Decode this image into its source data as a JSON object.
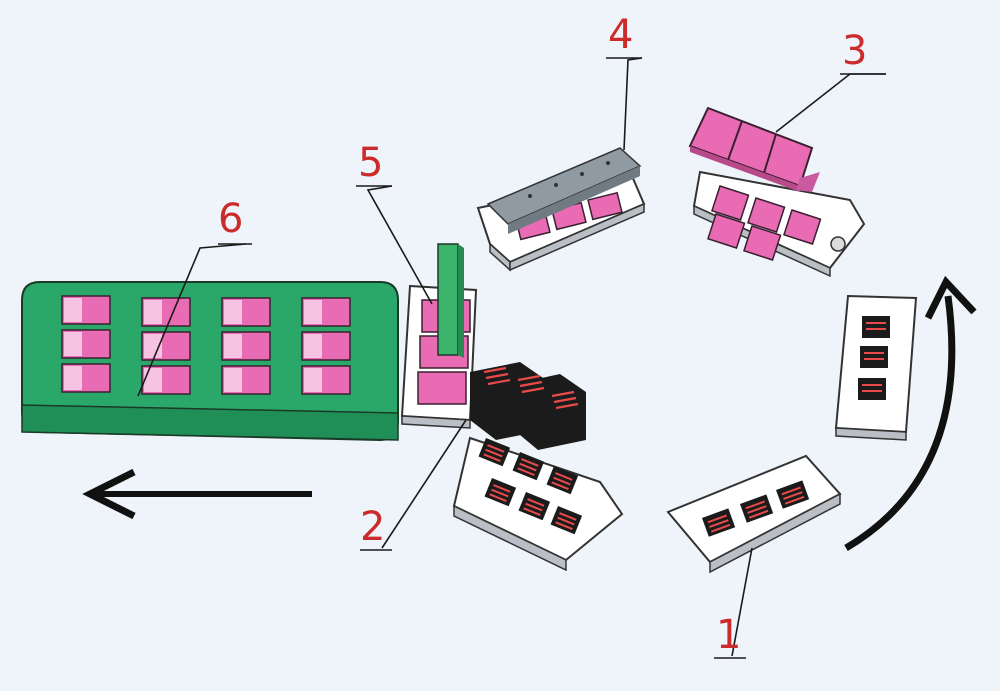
{
  "labels": {
    "l1": "1",
    "l2": "2",
    "l3": "3",
    "l4": "4",
    "l5": "5",
    "l6": "6"
  },
  "colors": {
    "background": "#eef4f9",
    "label_red": "#cc2b2b",
    "pad_pink": "#e86bb4",
    "conveyor_green": "#2aa86a",
    "press_green": "#3cb46c",
    "press_grey": "#8f9aa3",
    "chip_black": "#1b1b1b"
  }
}
